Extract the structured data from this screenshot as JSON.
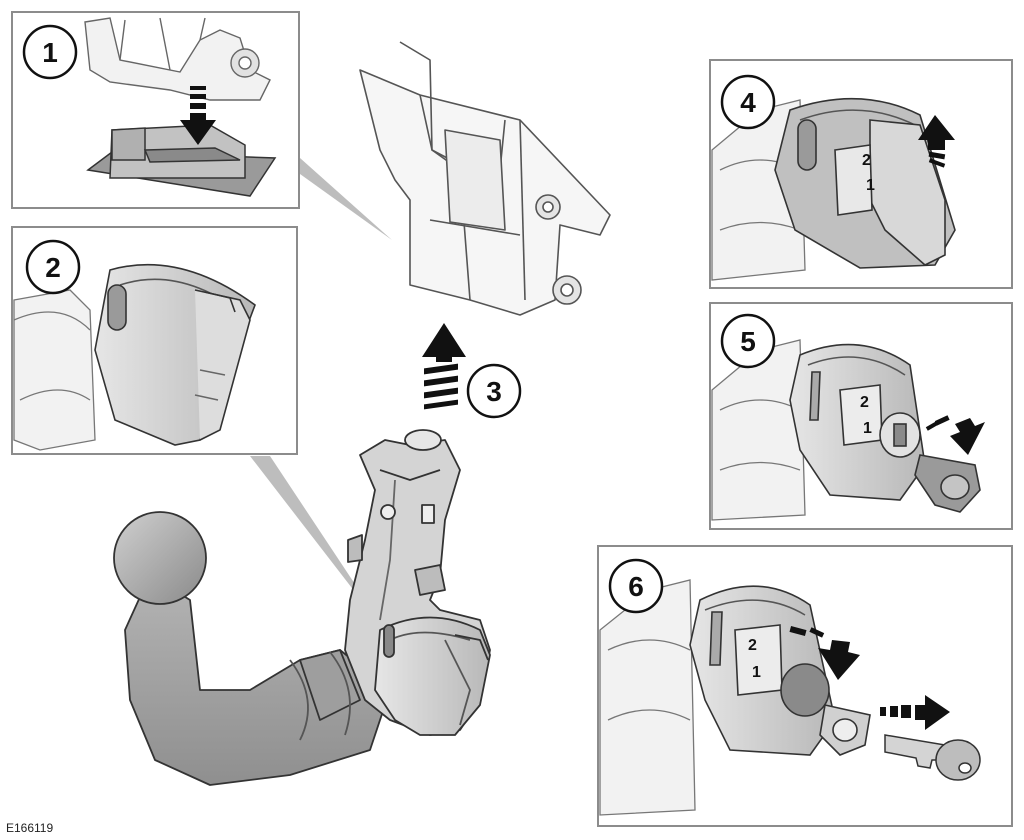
{
  "steps": [
    {
      "number": "1"
    },
    {
      "number": "2"
    },
    {
      "number": "3"
    },
    {
      "number": "4"
    },
    {
      "number": "5"
    },
    {
      "number": "6"
    }
  ],
  "markings": {
    "dial_two": "2",
    "dial_one": "1"
  },
  "figure_id": "E166119",
  "colors": {
    "line": "#333333",
    "light_fill": "#eeeeee",
    "mid_fill": "#c8c8c8",
    "dark_fill": "#9a9a9a",
    "frame": "#8c8c8c"
  }
}
